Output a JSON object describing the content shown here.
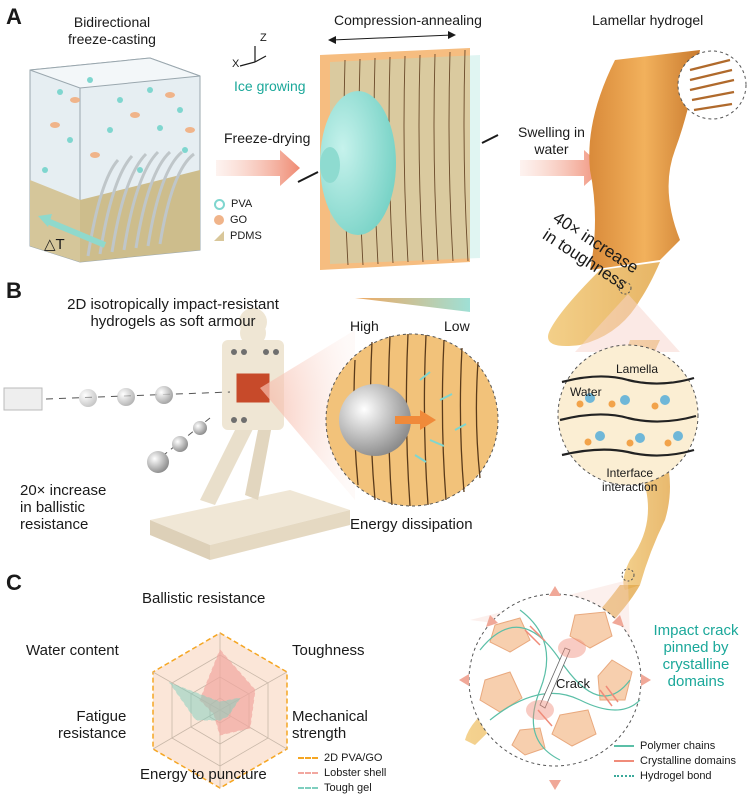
{
  "panels": {
    "a": {
      "letter": "A",
      "title_freeze": "Bidirectional\nfreeze-casting",
      "title_compress": "Compression-annealing",
      "title_lamellar": "Lamellar hydrogel",
      "axis_z": "Z",
      "axis_x": "X",
      "ice_growing": "Ice growing",
      "freeze_drying": "Freeze-drying",
      "swelling": "Swelling in\nwater",
      "delta_t": "△T",
      "legend": [
        {
          "label": "PVA",
          "color": "#7fd6cf"
        },
        {
          "label": "GO",
          "color": "#f0b48a"
        },
        {
          "label": "PDMS",
          "color": "#d9c79a"
        }
      ],
      "toughness": "40× increase\nin toughness"
    },
    "b": {
      "letter": "B",
      "title": "2D isotropically impact-resistant\nhydrogels as soft armour",
      "ballistic": "20× increase\nin ballistic\nresistance",
      "energy": "Energy dissipation",
      "high": "High",
      "low": "Low",
      "water": "Water",
      "lamella": "Lamella",
      "interface": "Interface\ninteraction"
    },
    "c": {
      "letter": "C",
      "axes": [
        "Ballistic resistance",
        "Toughness",
        "Mechanical\nstrength",
        "Energy to puncture",
        "Fatigue\nresistance",
        "Water content"
      ],
      "legend": [
        {
          "label": "2D PVA/GO",
          "color": "#f5a623"
        },
        {
          "label": "Lobster shell",
          "color": "#f2a7a0"
        },
        {
          "label": "Tough gel",
          "color": "#7fcfbf"
        }
      ],
      "impact": "Impact crack\npinned by\ncrystalline\ndomains",
      "crack": "Crack",
      "crack_legend": [
        {
          "label": "Polymer chains",
          "color": "#5bbfa7"
        },
        {
          "label": "Crystalline domains",
          "color": "#f08c7a"
        },
        {
          "label": "Hydrogel bond",
          "color": "#3aa99a"
        }
      ]
    }
  }
}
